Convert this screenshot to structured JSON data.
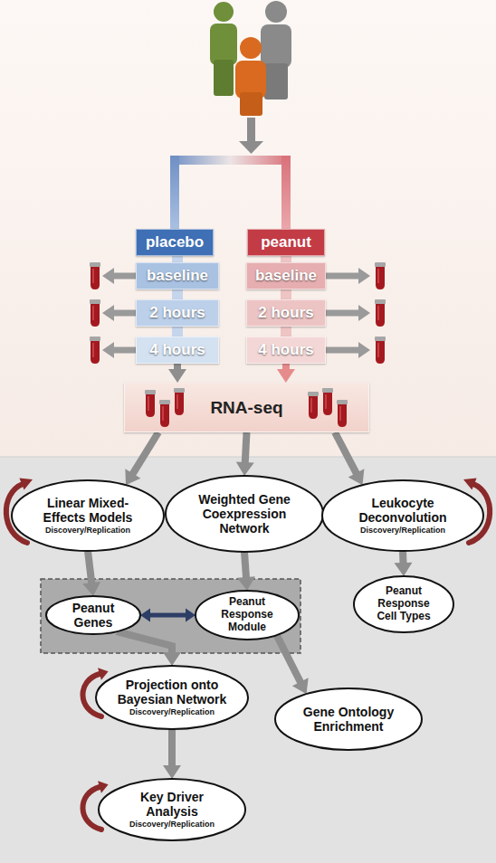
{
  "diagram": {
    "nodes": [
      {
        "text": [
          "placebo"
        ]
      },
      {
        "text": [
          "peanut"
        ]
      },
      {
        "text": [
          "baseline"
        ]
      },
      {
        "text": [
          "baseline"
        ]
      },
      {
        "text": [
          "2 hours"
        ]
      },
      {
        "text": [
          "2 hours"
        ]
      },
      {
        "text": [
          "4 hours"
        ]
      },
      {
        "text": [
          "4 hours"
        ]
      },
      {
        "text": [
          "RNA-seq"
        ]
      },
      {
        "text": [
          "Linear Mixed-Effects Models",
          "Discovery/Replication"
        ]
      },
      {
        "text": [
          "Weighted Gene Coexpression Network"
        ]
      },
      {
        "text": [
          "Leukocyte Deconvolution",
          "Discovery/Replication"
        ]
      },
      {
        "text": [
          "Peanut Genes"
        ]
      },
      {
        "text": [
          "Peanut Response Module"
        ]
      },
      {
        "text": [
          "Peanut Response Cell Types"
        ]
      },
      {
        "text": [
          "Projection onto Bayesian Network",
          "Discovery/Replication"
        ]
      },
      {
        "text": [
          "Gene Ontology Enrichment"
        ]
      },
      {
        "text": [
          "Key Driver Analysis",
          "Discovery/Replication"
        ]
      }
    ],
    "edges": [
      {
        "from": 6,
        "to": 8,
        "arrow": "to"
      },
      {
        "from": 7,
        "to": 8,
        "arrow": "to"
      },
      {
        "from": 8,
        "to": 9,
        "arrow": "to"
      },
      {
        "from": 8,
        "to": 10,
        "arrow": "to"
      },
      {
        "from": 8,
        "to": 11,
        "arrow": "to"
      },
      {
        "from": 9,
        "to": 12,
        "arrow": "to"
      },
      {
        "from": 10,
        "to": 13,
        "arrow": "to"
      },
      {
        "from": 11,
        "to": 14,
        "arrow": "to"
      },
      {
        "from": 12,
        "to": 13,
        "arrow": "both"
      },
      {
        "from": 12,
        "to": 15,
        "arrow": "to"
      },
      {
        "from": 13,
        "to": 16,
        "arrow": "to"
      },
      {
        "from": 15,
        "to": 17,
        "arrow": "to"
      }
    ]
  }
}
